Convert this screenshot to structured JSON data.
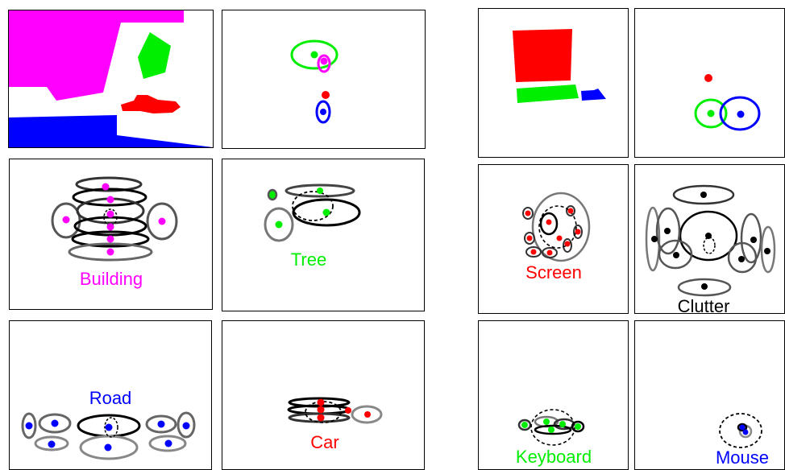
{
  "colors": {
    "building": "#ff00ff",
    "tree": "#00ee00",
    "car": "#ff0000",
    "road": "#0000ff",
    "screen": "#ff0000",
    "keyboard": "#00ee00",
    "mouse": "#0000ff",
    "clutter": "#000000",
    "ellipse_dark": "#000000",
    "ellipse_mid": "#333333",
    "ellipse_light": "#777777"
  },
  "labels": {
    "building": "Building",
    "tree": "Tree",
    "road": "Road",
    "car": "Car",
    "screen": "Screen",
    "clutter": "Clutter",
    "keyboard": "Keyboard",
    "mouse": "Mouse"
  }
}
